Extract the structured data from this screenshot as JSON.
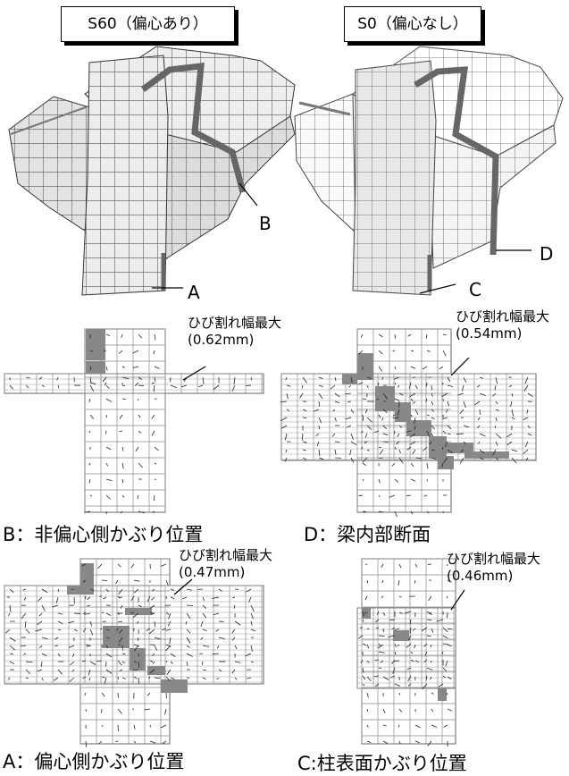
{
  "top": {
    "left_title": "S60（偏心あり）",
    "right_title": "S0（偏心なし）",
    "markers": {
      "a": "A",
      "b": "B",
      "c": "C",
      "d": "D"
    }
  },
  "panels": [
    {
      "id": "B",
      "caption": "B：非偏心側かぶり位置",
      "note_title": "ひび割れ幅最大",
      "note_value": "(0.62mm)"
    },
    {
      "id": "D",
      "caption": "D：梁内部断面",
      "note_title": "ひび割れ幅最大",
      "note_value": "(0.54mm)"
    },
    {
      "id": "A",
      "caption": "A：偏心側かぶり位置",
      "note_title": "ひび割れ幅最大",
      "note_value": "(0.47mm)"
    },
    {
      "id": "C",
      "caption": "C:柱表面かぶり位置",
      "note_title": "ひび割れ幅最大",
      "note_value": "(0.46mm)"
    }
  ]
}
